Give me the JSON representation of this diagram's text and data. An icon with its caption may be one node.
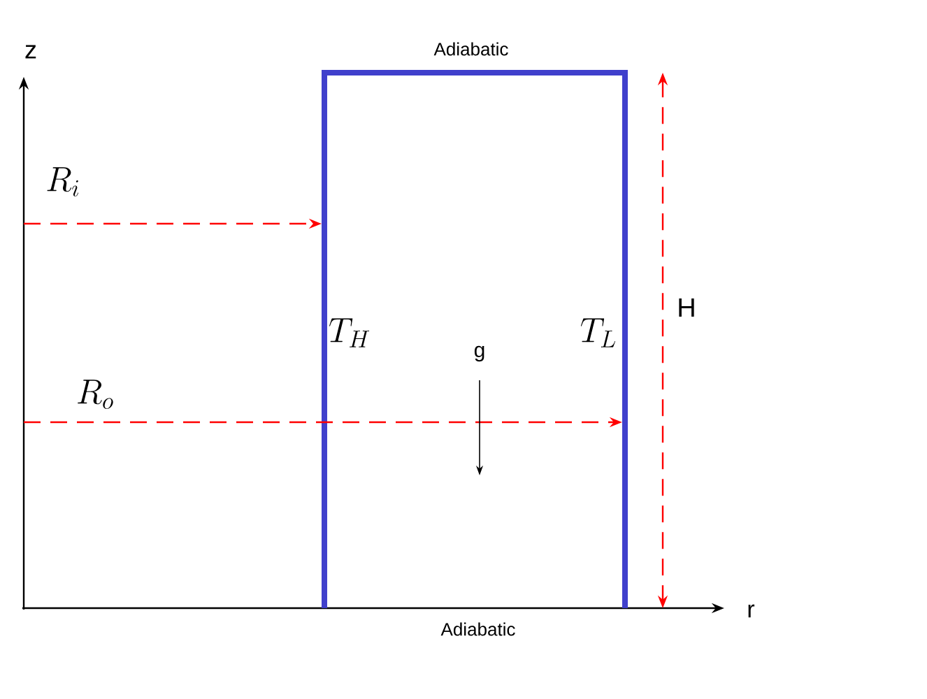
{
  "diagram": {
    "labels": [
      "z",
      "Adiabatic",
      "R_i",
      "T_H",
      "T_L",
      "H",
      "g",
      "R_o",
      "r",
      "Adiabatic"
    ]
  }
}
